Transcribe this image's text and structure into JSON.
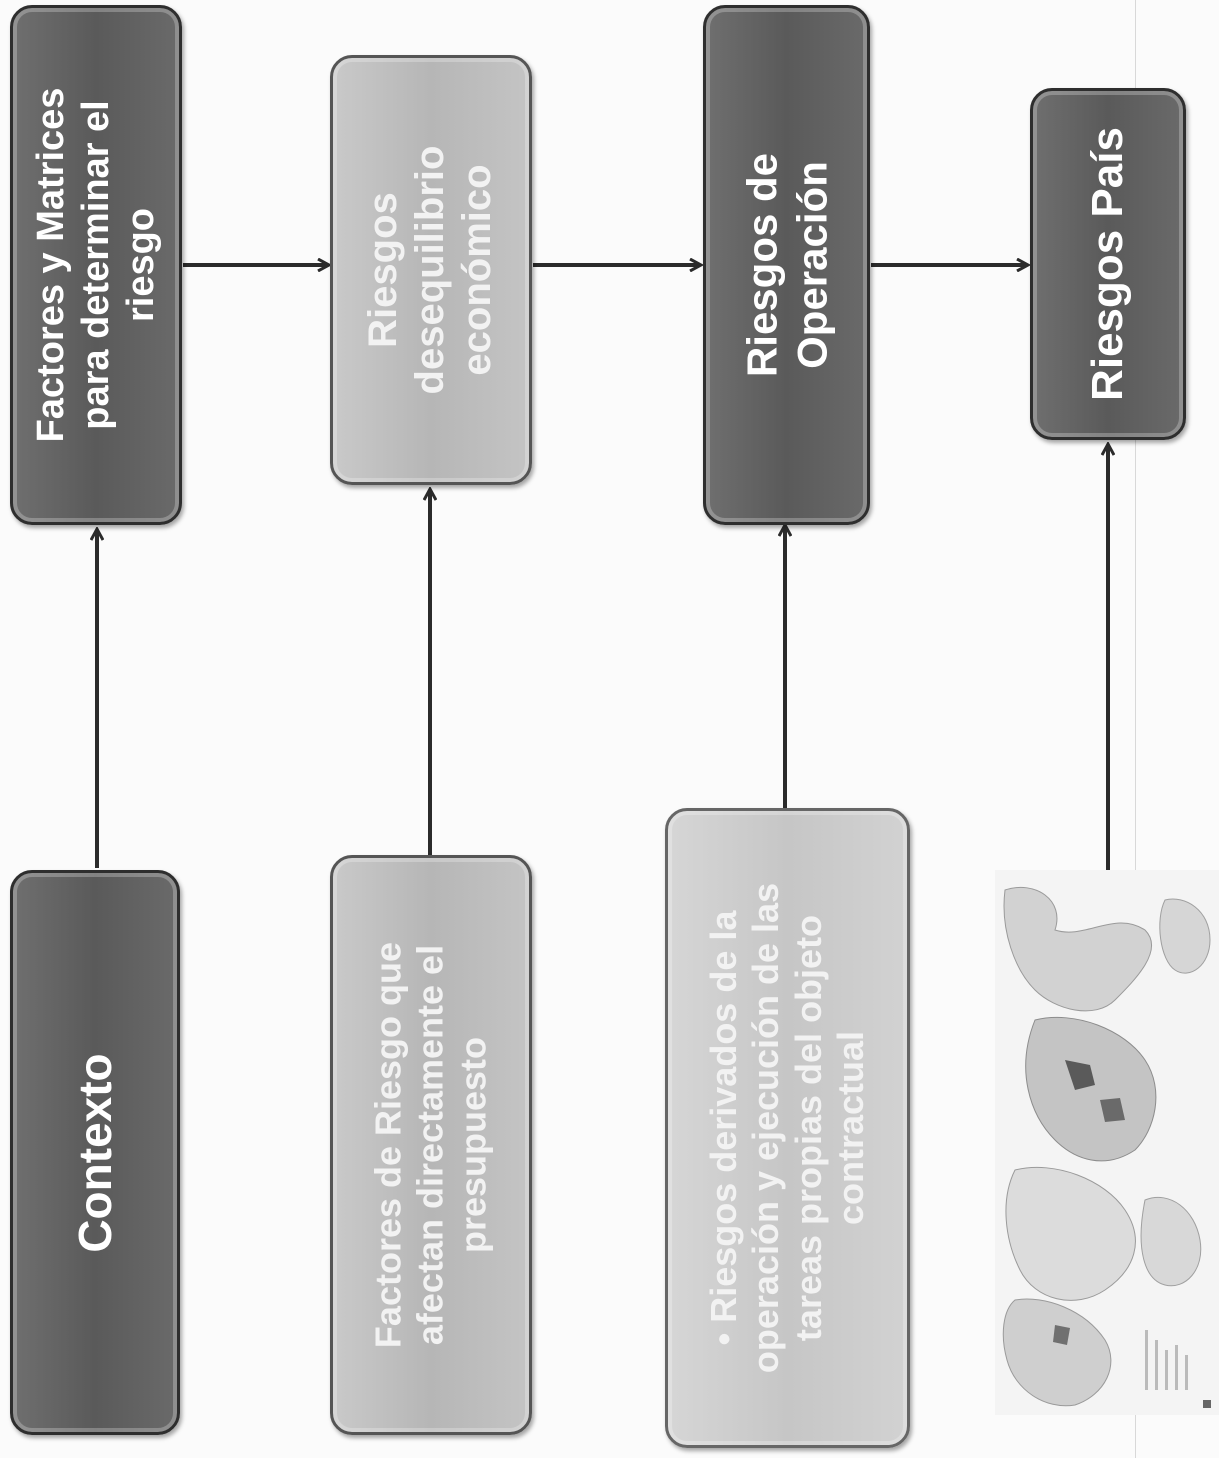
{
  "boxes": {
    "contexto": {
      "lines": [
        "Contexto"
      ]
    },
    "factores_matrices": {
      "lines": [
        "Factores y Matrices",
        "para determinar el",
        "riesgo"
      ]
    },
    "riesgos_desequilibrio": {
      "lines": [
        "Riesgos",
        "desequilibrio",
        "económico"
      ]
    },
    "factores_presupuesto": {
      "lines": [
        "Factores de Riesgo que",
        "afectan directamente el",
        "presupuesto"
      ]
    },
    "riesgos_operacion": {
      "lines": [
        "Riesgos de",
        "Operación"
      ]
    },
    "riesgos_derivados": {
      "lines": [
        "• Riesgos derivados de la",
        "operación y ejecución de las",
        "tareas propias del objeto",
        "contractual"
      ]
    },
    "riesgos_pais": {
      "lines": [
        "Riesgos País"
      ]
    }
  },
  "colors": {
    "dark_box": "#5f5f5f",
    "light_box": "#bdbdbd",
    "arrow": "#2b2b2b"
  }
}
